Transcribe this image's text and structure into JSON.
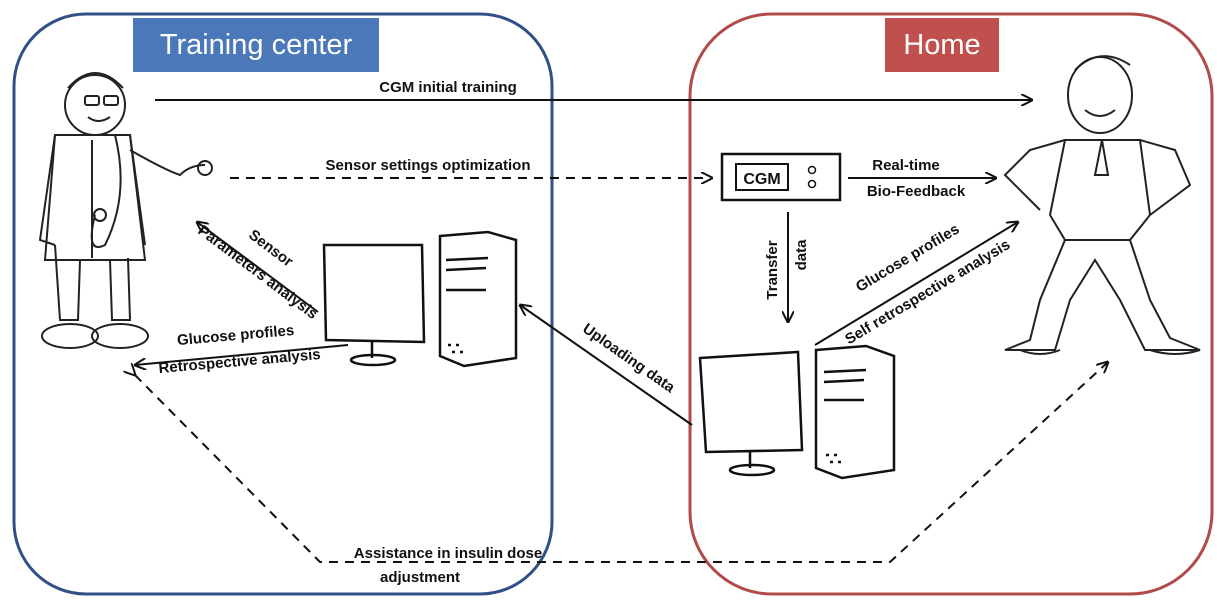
{
  "zones": {
    "left": {
      "title": "Training center",
      "color": "#4a78b8",
      "border": "#2f4f86"
    },
    "right": {
      "title": "Home",
      "color": "#c0504d",
      "border": "#b34a4a"
    }
  },
  "devices": {
    "monitor_label": "CGM"
  },
  "flows": {
    "cgm_initial_training": "CGM initial training",
    "sensor_settings": "Sensor settings optimization",
    "realtime_line1": "Real-time",
    "realtime_line2": "Bio-Feedback",
    "transfer_line1": "Transfer",
    "transfer_line2": "data",
    "uploading_data": "Uploading data",
    "glucose_home_line1": "Glucose profiles",
    "glucose_home_line2": "Self retrospective analysis",
    "sensor_params_line1": "Sensor",
    "sensor_params_line2": "Parameters analysis",
    "glucose_center_line1": "Glucose profiles",
    "glucose_center_line2": "Retrospective analysis",
    "assistance_line1": "Assistance in insulin dose",
    "assistance_line2": "adjustment"
  },
  "icons": [
    "doctor-figure-icon",
    "patient-figure-icon",
    "center-computer-icon",
    "home-computer-icon",
    "cgm-device-icon"
  ]
}
